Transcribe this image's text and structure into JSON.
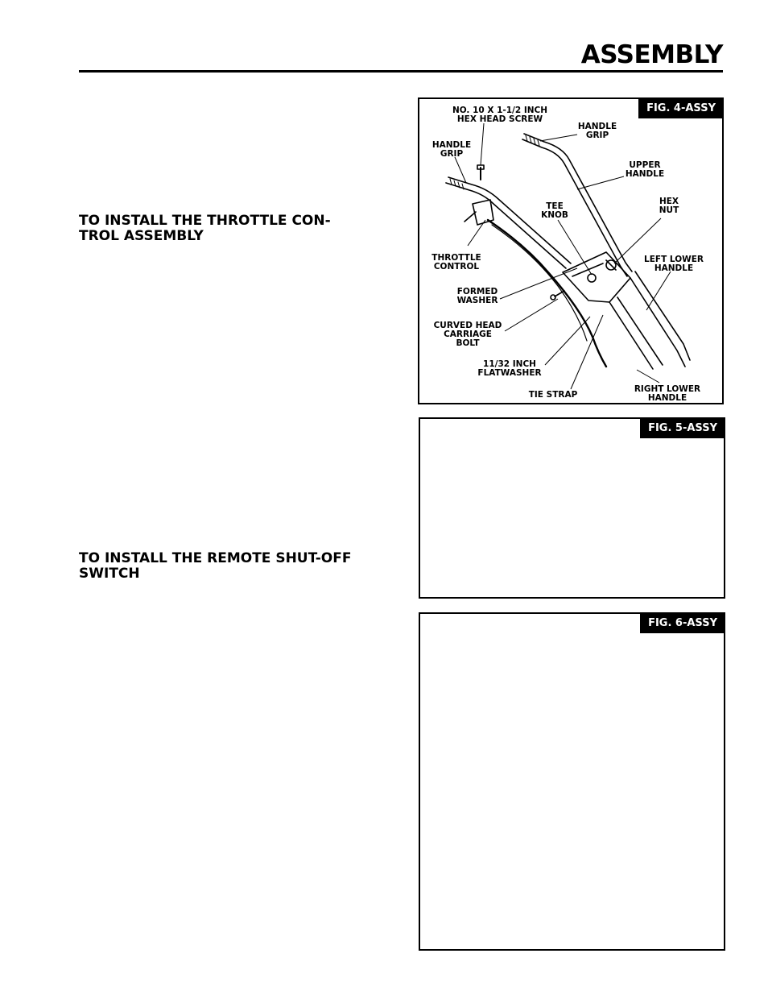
{
  "header": {
    "title": "ASSEMBLY"
  },
  "sections": {
    "throttle_heading": "TO INSTALL THE THROTTLE CON-TROL ASSEMBLY",
    "throttle_heading_line1": "TO INSTALL THE THROTTLE CON-",
    "throttle_heading_line2": "TROL ASSEMBLY",
    "remote_heading_line1": "TO INSTALL THE REMOTE SHUT-OFF",
    "remote_heading_line2": "SWITCH"
  },
  "fig4": {
    "tag": "FIG. 4-ASSY",
    "labels": {
      "screw_l1": "NO. 10 X 1-1/2 INCH",
      "screw_l2": "HEX HEAD SCREW",
      "grip_right_l1": "HANDLE",
      "grip_right_l2": "GRIP",
      "grip_left_l1": "HANDLE",
      "grip_left_l2": "GRIP",
      "upper_l1": "UPPER",
      "upper_l2": "HANDLE",
      "tee_l1": "TEE",
      "tee_l2": "KNOB",
      "hex_l1": "HEX",
      "hex_l2": "NUT",
      "throttle_l1": "THROTTLE",
      "throttle_l2": "CONTROL",
      "left_lower_l1": "LEFT LOWER",
      "left_lower_l2": "HANDLE",
      "formed_l1": "FORMED",
      "formed_l2": "WASHER",
      "carriage_l1": "CURVED HEAD",
      "carriage_l2": "CARRIAGE",
      "carriage_l3": "BOLT",
      "flatwasher_l1": "11/32 INCH",
      "flatwasher_l2": "FLATWASHER",
      "tie_strap": "TIE STRAP",
      "right_lower_l1": "RIGHT LOWER",
      "right_lower_l2": "HANDLE"
    }
  },
  "fig5": {
    "tag": "FIG. 5-ASSY"
  },
  "fig6": {
    "tag": "FIG. 6-ASSY"
  }
}
